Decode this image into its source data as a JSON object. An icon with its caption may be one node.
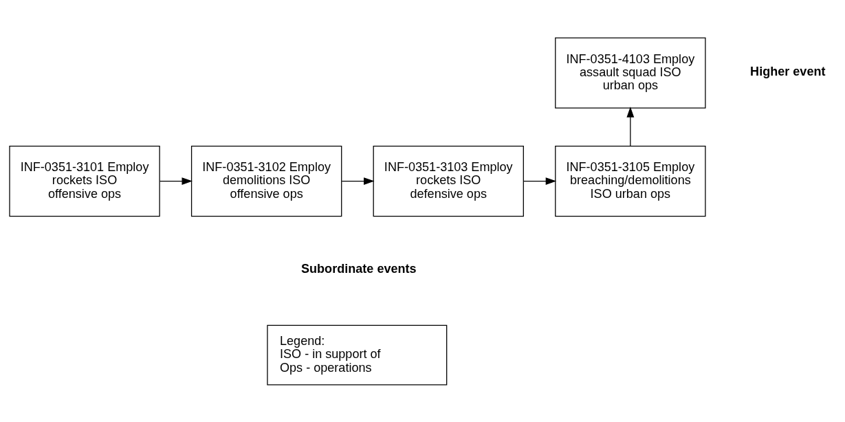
{
  "diagram": {
    "nodes": [
      {
        "text": [
          "INF-0351-4103 Employ assault squad ISO urban ops"
        ]
      },
      {
        "text": [
          "INF-0351-3101 Employ rockets ISO offensive ops"
        ]
      },
      {
        "text": [
          "INF-0351-3102 Employ demolitions ISO offensive ops"
        ]
      },
      {
        "text": [
          "INF-0351-3103 Employ rockets ISO defensive ops"
        ]
      },
      {
        "text": [
          "INF-0351-3105 Employ breaching/demolitions ISO urban ops"
        ]
      },
      {
        "text": [
          "Legend:",
          "ISO - in support of",
          "Ops - operations"
        ]
      }
    ],
    "edges": [
      {
        "from": 1,
        "to": 2,
        "arrow": "to"
      },
      {
        "from": 2,
        "to": 3,
        "arrow": "to"
      },
      {
        "from": 3,
        "to": 4,
        "arrow": "to"
      },
      {
        "from": 4,
        "to": 0,
        "arrow": "to"
      }
    ],
    "labels": [
      "Higher event",
      "Subordinate events"
    ]
  }
}
